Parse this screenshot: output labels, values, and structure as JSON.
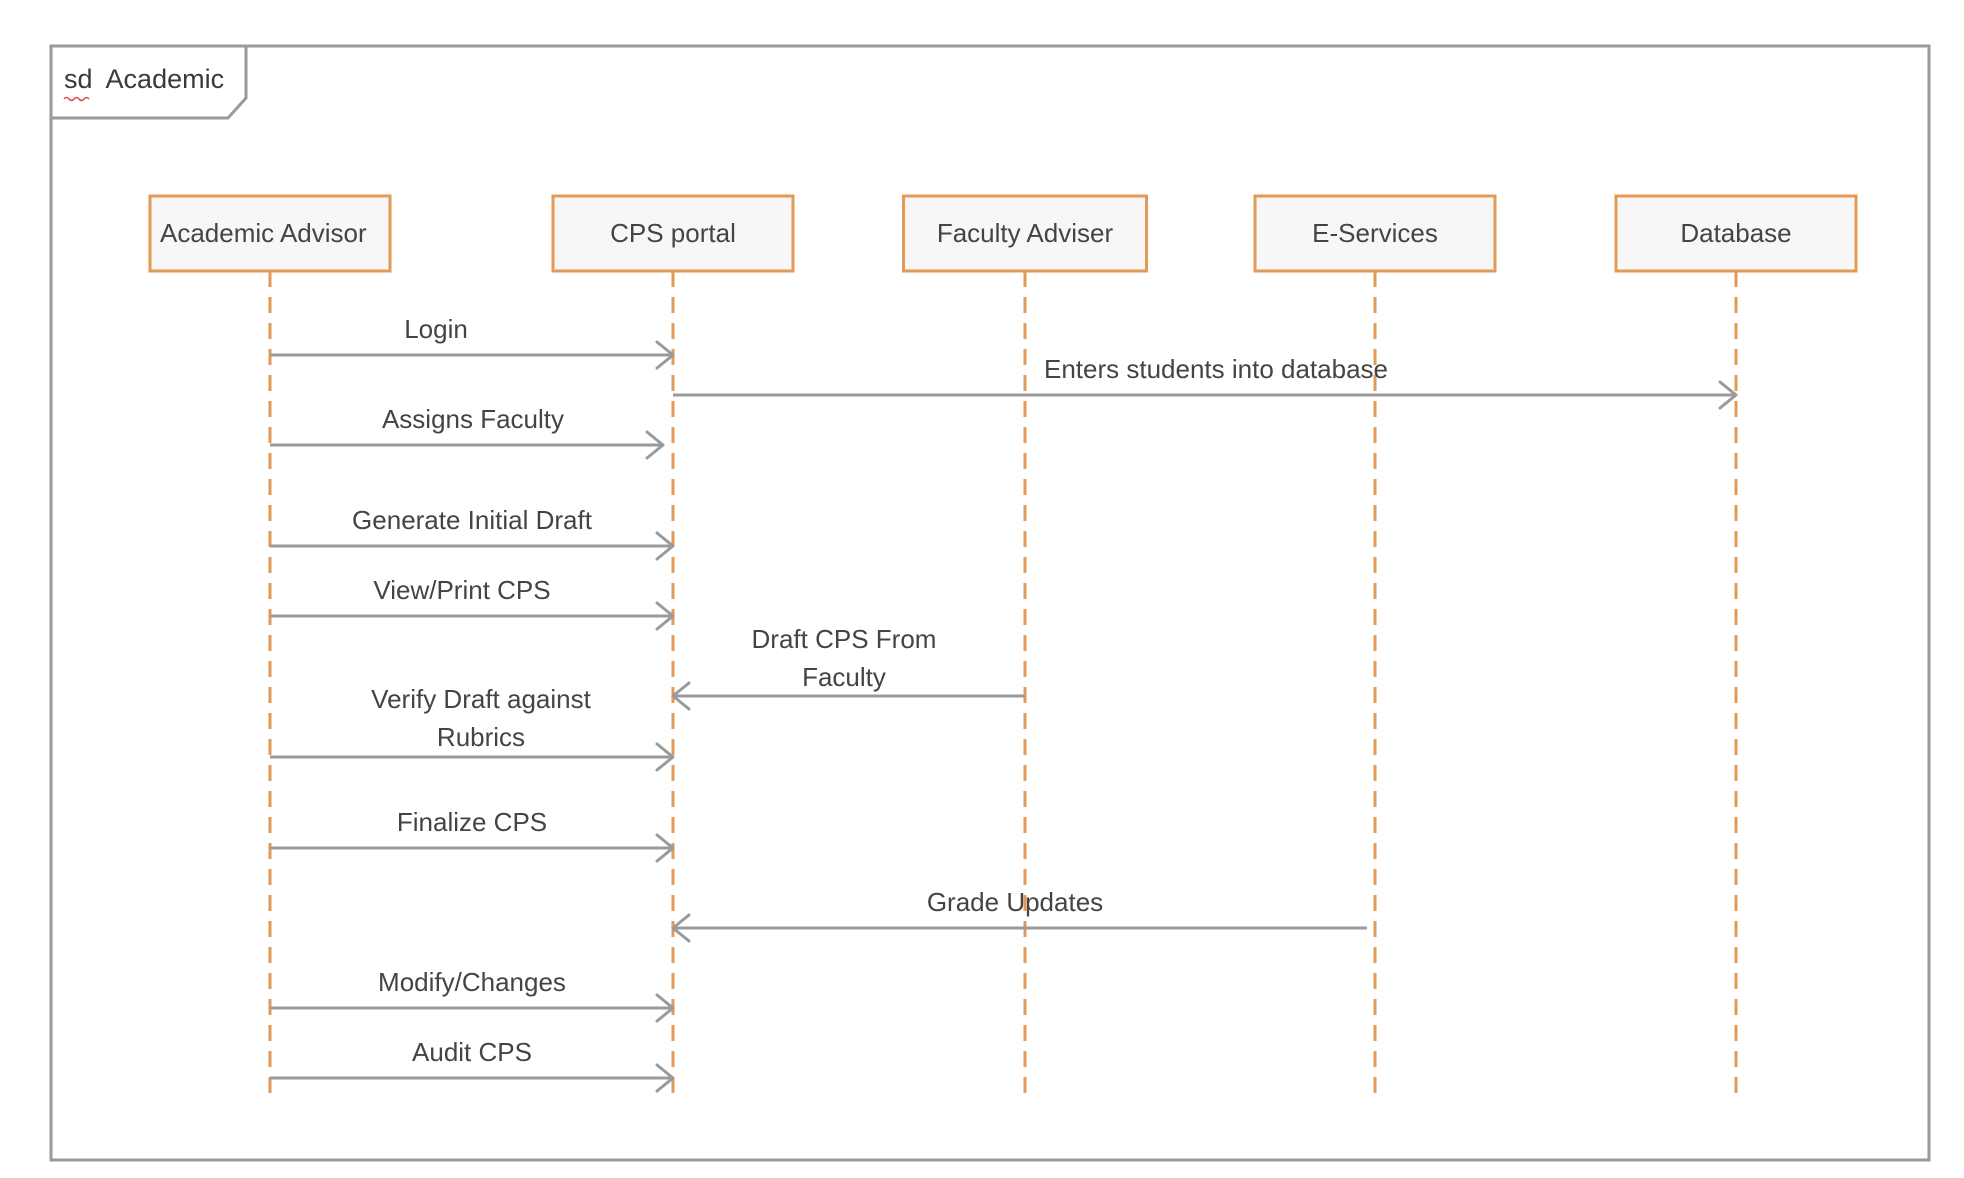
{
  "frame": {
    "keyword": "sd",
    "name": "Academic"
  },
  "lifelines": [
    {
      "id": "academic-advisor",
      "label": "Academic Advisor"
    },
    {
      "id": "cps-portal",
      "label": "CPS portal"
    },
    {
      "id": "faculty-adviser",
      "label": "Faculty Adviser"
    },
    {
      "id": "e-services",
      "label": "E-Services"
    },
    {
      "id": "database",
      "label": "Database"
    }
  ],
  "messages": [
    {
      "id": "login",
      "from": "academic-advisor",
      "to": "cps-portal",
      "lines": [
        "Login"
      ]
    },
    {
      "id": "enters-students",
      "from": "cps-portal",
      "to": "database",
      "lines": [
        "Enters students into database"
      ]
    },
    {
      "id": "assigns-faculty",
      "from": "academic-advisor",
      "to": "cps-portal",
      "lines": [
        "Assigns Faculty"
      ]
    },
    {
      "id": "generate-initial-draft",
      "from": "academic-advisor",
      "to": "cps-portal",
      "lines": [
        "Generate Initial Draft"
      ]
    },
    {
      "id": "view-print-cps",
      "from": "academic-advisor",
      "to": "cps-portal",
      "lines": [
        "View/Print CPS"
      ]
    },
    {
      "id": "draft-cps-from-faculty",
      "from": "faculty-adviser",
      "to": "cps-portal",
      "lines": [
        "Draft CPS From",
        "Faculty"
      ]
    },
    {
      "id": "verify-draft",
      "from": "academic-advisor",
      "to": "cps-portal",
      "lines": [
        "Verify Draft against",
        "Rubrics"
      ]
    },
    {
      "id": "finalize-cps",
      "from": "academic-advisor",
      "to": "cps-portal",
      "lines": [
        "Finalize CPS"
      ]
    },
    {
      "id": "grade-updates",
      "from": "e-services",
      "to": "cps-portal",
      "lines": [
        "Grade Updates"
      ]
    },
    {
      "id": "modify-changes",
      "from": "academic-advisor",
      "to": "cps-portal",
      "lines": [
        "Modify/Changes"
      ]
    },
    {
      "id": "audit-cps",
      "from": "academic-advisor",
      "to": "cps-portal",
      "lines": [
        "Audit CPS"
      ]
    }
  ]
}
